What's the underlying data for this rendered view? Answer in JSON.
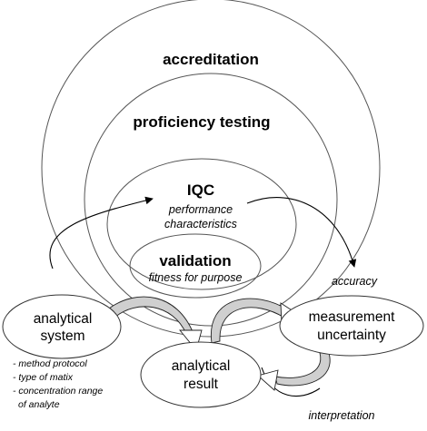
{
  "circles": {
    "accreditation": "accreditation",
    "proficiency_testing": "proficiency testing",
    "iqc": "IQC",
    "iqc_sub_1": "performance",
    "iqc_sub_2": "characteristics",
    "validation": "validation",
    "validation_sub": "fitness for purpose"
  },
  "nodes": {
    "analytical_system_1": "analytical",
    "analytical_system_2": "system",
    "analytical_result_1": "analytical",
    "analytical_result_2": "result",
    "measurement_uncertainty_1": "measurement",
    "measurement_uncertainty_2": "uncertainty"
  },
  "annotations": {
    "accuracy": "accuracy",
    "interpretation": "interpretation"
  },
  "system_factors": [
    "- method protocol",
    "- type of matix",
    "- concentration range",
    "of analyte"
  ]
}
